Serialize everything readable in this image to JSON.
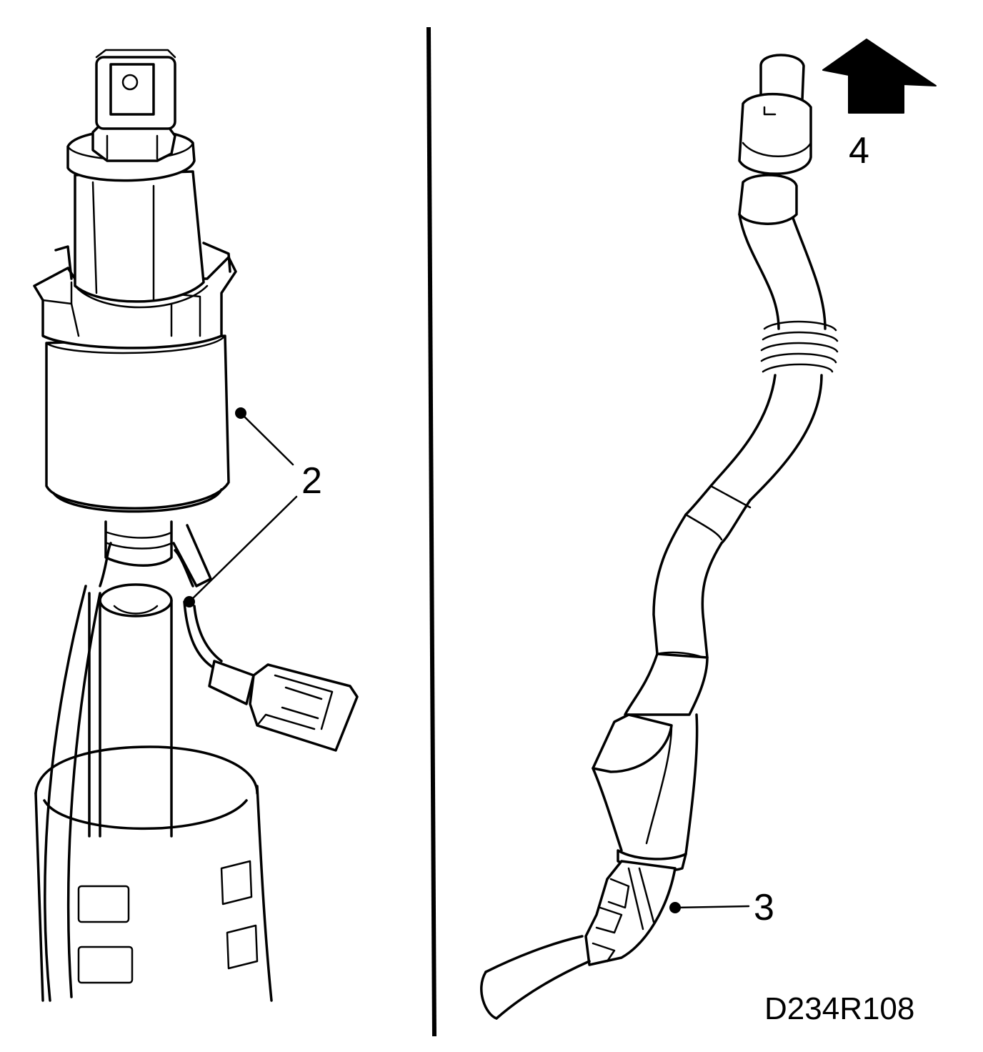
{
  "callouts": {
    "item_2": "2",
    "item_3": "3",
    "item_4": "4"
  },
  "figure_code": "D234R108",
  "colors": {
    "line": "#000000",
    "background": "#ffffff"
  },
  "icons": {
    "direction_arrow": "up-right-arrow-icon"
  }
}
